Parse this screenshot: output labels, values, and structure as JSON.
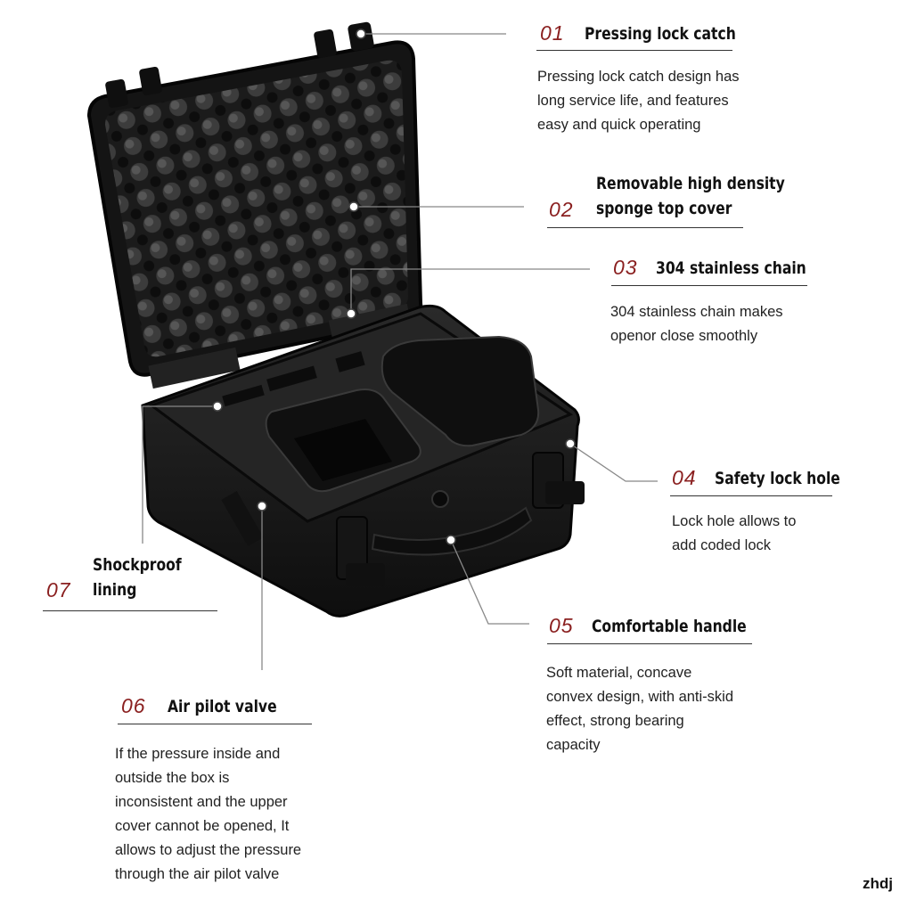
{
  "features": {
    "f01": {
      "num": "01",
      "title": "Pressing lock catch",
      "desc": [
        "Pressing lock catch design has",
        "long service life, and features",
        "easy and quick operating"
      ]
    },
    "f02": {
      "num": "02",
      "title": [
        "Removable high density",
        "sponge top cover"
      ]
    },
    "f03": {
      "num": "03",
      "title": "304 stainless chain",
      "desc": [
        "304 stainless chain makes",
        "openor close smoothly"
      ]
    },
    "f04": {
      "num": "04",
      "title": "Safety lock hole",
      "desc": [
        "Lock hole allows to",
        "add coded lock"
      ]
    },
    "f05": {
      "num": "05",
      "title": "Comfortable handle",
      "desc": [
        "Soft material, concave",
        "convex design, with anti-skid",
        "effect, strong bearing",
        "capacity"
      ]
    },
    "f06": {
      "num": "06",
      "title": "Air pilot valve",
      "desc": [
        "If the pressure inside and",
        "outside the box is",
        "inconsistent and the upper",
        "cover cannot be opened, It",
        "allows to adjust the pressure",
        "through the air pilot valve"
      ]
    },
    "f07": {
      "num": "07",
      "title": [
        "Shockproof",
        "lining"
      ]
    }
  },
  "watermark": "zhdj",
  "colors": {
    "accent_number": "#8a1f1f",
    "case_body": "#1c1c1c",
    "foam": "#262626"
  }
}
